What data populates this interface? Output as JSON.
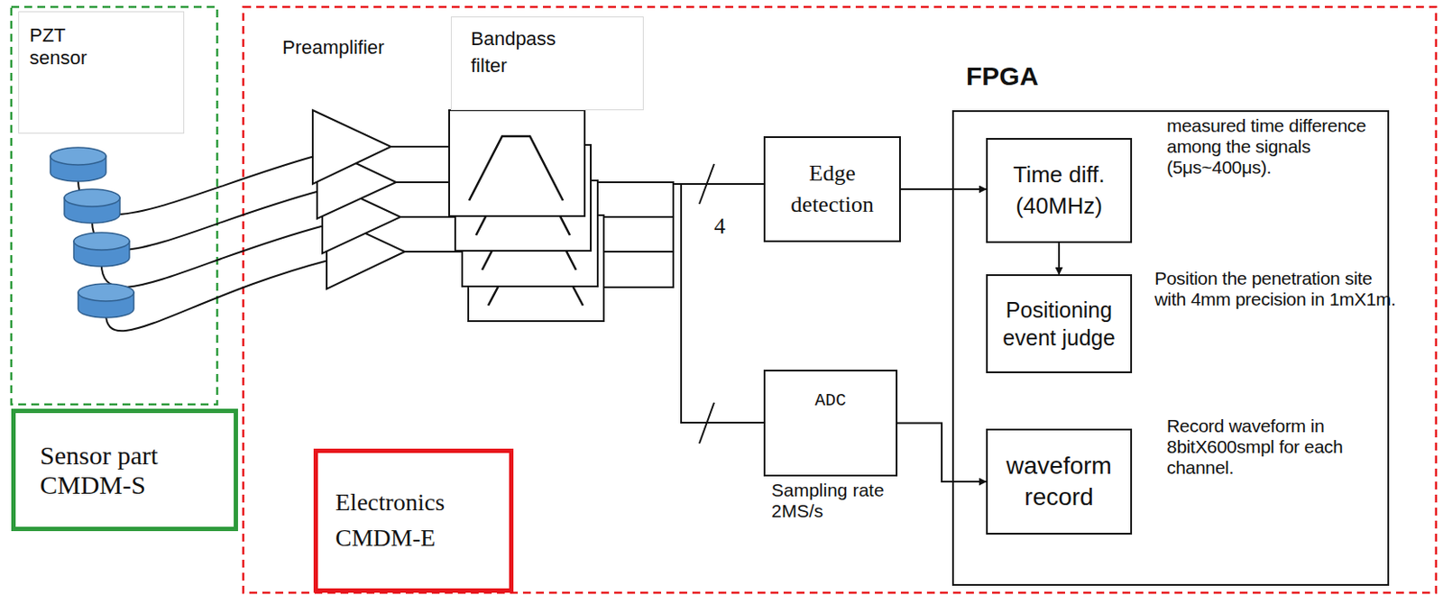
{
  "diagram": {
    "nodes": [
      {
        "text": [
          "PZT sensor"
        ]
      },
      {
        "text": [
          "Sensor part CMDM-S"
        ]
      },
      {
        "text": [
          "Electronics CMDM-E"
        ]
      },
      {
        "text": [
          "Bandpass filter"
        ]
      },
      {
        "text": [
          "Edge detection"
        ]
      },
      {
        "text": [
          "ADC"
        ]
      },
      {
        "text": [
          "FPGA"
        ]
      },
      {
        "text": [
          "Time diff. (40MHz)"
        ],
        "in": 6
      },
      {
        "text": [
          "Positioning event judge"
        ],
        "in": 6
      },
      {
        "text": [
          "waveform record"
        ],
        "in": 6
      }
    ],
    "edges": [
      {
        "from": 4,
        "to": 7,
        "arrow": "to"
      },
      {
        "from": 7,
        "to": 8,
        "arrow": "to"
      },
      {
        "from": 5,
        "to": 9,
        "arrow": "to"
      }
    ],
    "labels": [
      "Preamplifier",
      "4",
      "Sampling rate 2MS/s",
      "measured time difference among the signals (5μs~400μs).",
      "Position the penetration site with 4mm precision in 1mX1m.",
      "Record waveform in 8bitX600smpl for each channel."
    ]
  }
}
